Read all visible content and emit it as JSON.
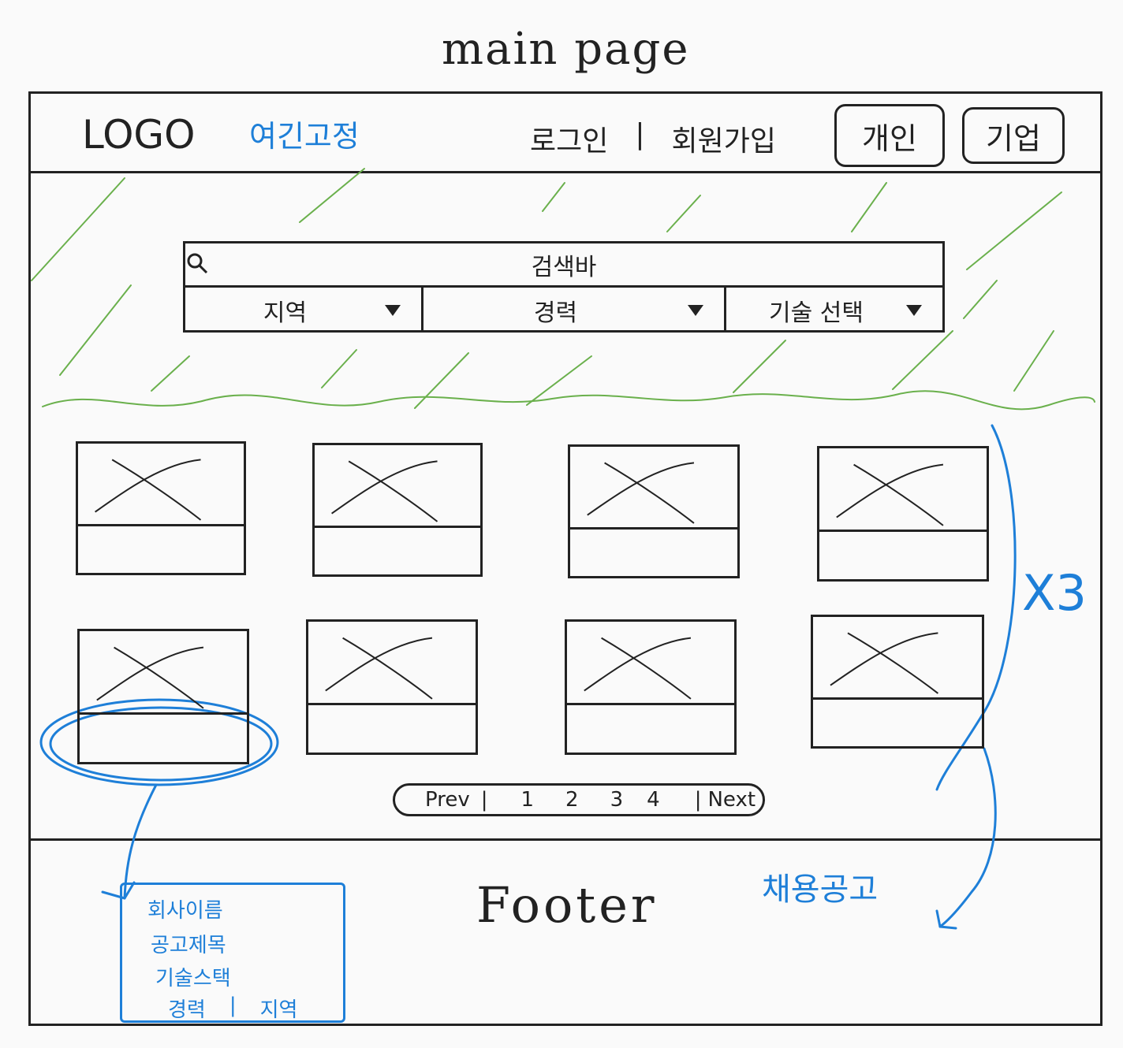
{
  "page_title": "main page",
  "header": {
    "logo": "LOGO",
    "fixed_note": "여긴고정",
    "login": "로그인",
    "separator": "|",
    "signup": "회원가입",
    "btn_personal": "개인",
    "btn_company": "기업"
  },
  "search": {
    "placeholder": "검색바",
    "filters": [
      {
        "label": "지역"
      },
      {
        "label": "경력"
      },
      {
        "label": "기술 선택"
      }
    ]
  },
  "cards_repeat_note": "X3",
  "pagination": {
    "prev": "Prev",
    "pages": [
      "1",
      "2",
      "3",
      "4"
    ],
    "next": "Next"
  },
  "footer": {
    "label": "Footer",
    "recruit_note": "채용공고"
  },
  "card_detail": {
    "company": "회사이름",
    "title": "공고제목",
    "stack": "기술스택",
    "career": "경력",
    "separator": "|",
    "region": "지역"
  },
  "colors": {
    "ink": "#222222",
    "annotation": "#1e7fd8",
    "hero_hatch": "#6ab04c"
  }
}
